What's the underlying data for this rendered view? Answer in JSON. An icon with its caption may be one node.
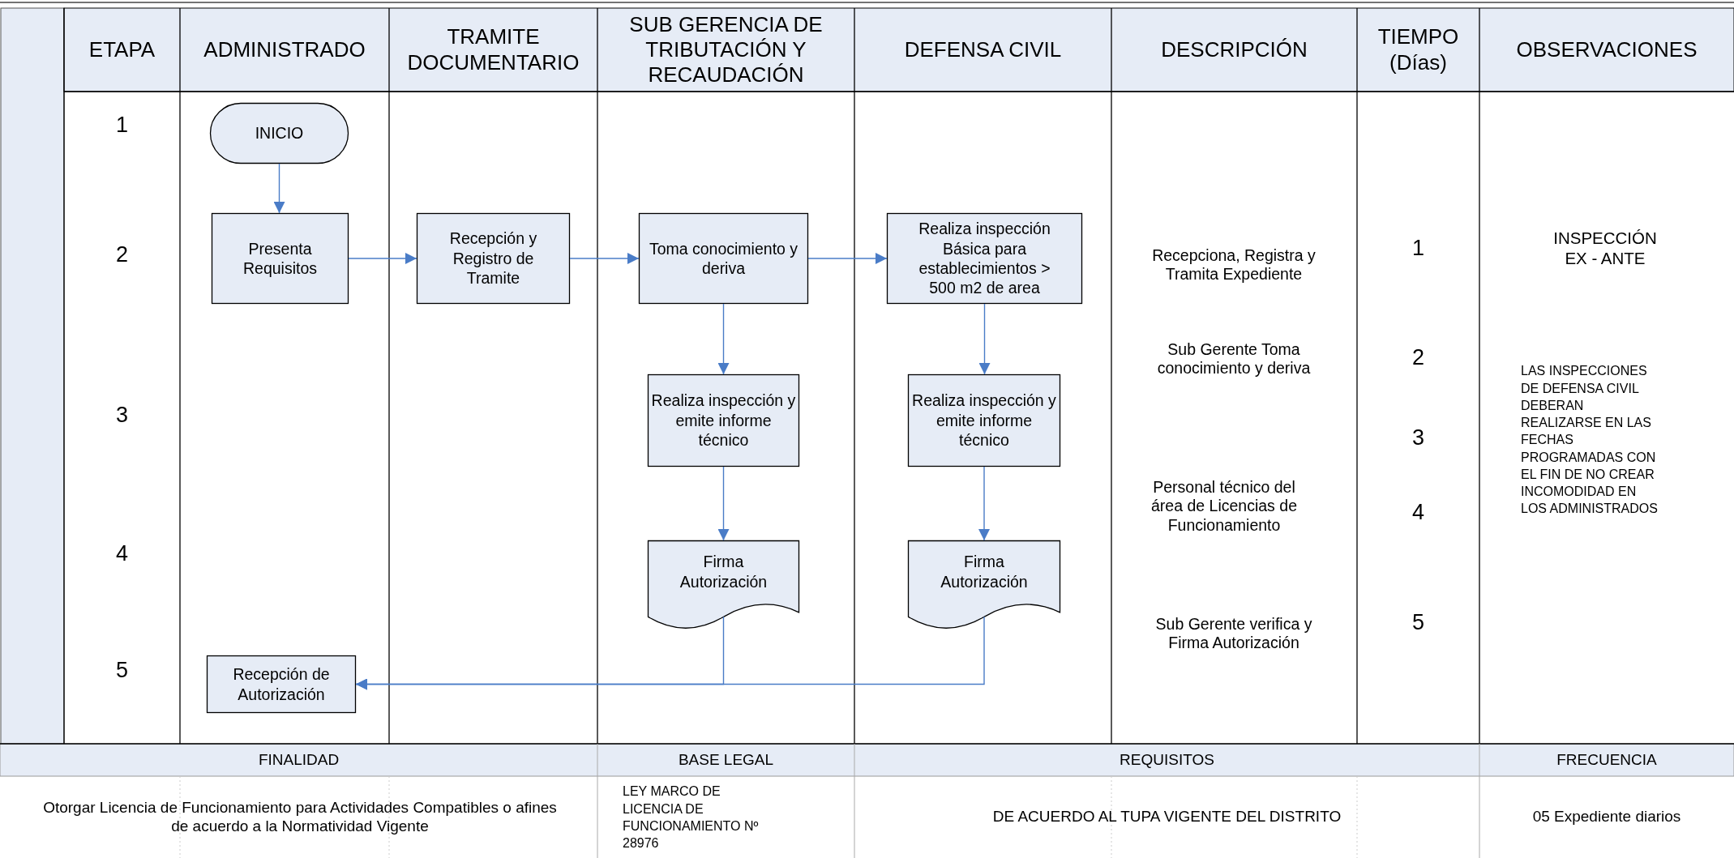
{
  "diagram": {
    "nodes": [
      {
        "text": [
          "INICIO"
        ]
      },
      {
        "text": [
          "Presenta Requisitos"
        ]
      },
      {
        "text": [
          "Recepción y Registro de Tramite"
        ]
      },
      {
        "text": [
          "Toma conocimiento y deriva"
        ]
      },
      {
        "text": [
          "Realiza inspección Básica para establecimientos > 500 m2 de area"
        ]
      },
      {
        "text": [
          "Realiza inspección y emite informe técnico"
        ]
      },
      {
        "text": [
          "Realiza inspección y emite informe técnico"
        ]
      },
      {
        "text": [
          "Firma Autorización"
        ]
      },
      {
        "text": [
          "Firma Autorización"
        ]
      },
      {
        "text": [
          "Recepción de Autorización"
        ]
      }
    ],
    "edges": [
      {
        "from": 0,
        "to": 1,
        "arrow": "to"
      },
      {
        "from": 1,
        "to": 2,
        "arrow": "to"
      },
      {
        "from": 2,
        "to": 3,
        "arrow": "to"
      },
      {
        "from": 3,
        "to": 4,
        "arrow": "to"
      },
      {
        "from": 3,
        "to": 5,
        "arrow": "to"
      },
      {
        "from": 4,
        "to": 6,
        "arrow": "to"
      },
      {
        "from": 5,
        "to": 7,
        "arrow": "to"
      },
      {
        "from": 6,
        "to": 8,
        "arrow": "to"
      },
      {
        "from": 7,
        "to": 9,
        "arrow": "to"
      },
      {
        "from": 8,
        "to": 9,
        "arrow": "to"
      }
    ],
    "labels": [
      "ETAPA",
      "ADMINISTRADO",
      "TRAMITE DOCUMENTARIO",
      "SUB GERENCIA DE TRIBUTACIÓN Y RECAUDACIÓN",
      "DEFENSA CIVIL",
      "DESCRIPCIÓN",
      "TIEMPO (Días)",
      "OBSERVACIONES",
      "1",
      "2",
      "3",
      "4",
      "5",
      "Recepciona, Registra y Tramita Expediente",
      "Sub Gerente Toma conocimiento y deriva",
      "Personal técnico del área de Licencias de Funcionamiento",
      "Sub Gerente verifica y Firma Autorización",
      "1",
      "2",
      "3",
      "4",
      "5",
      "INSPECCIÓN EX - ANTE",
      "LAS INSPECCIONES DE DEFENSA CIVIL DEBERAN REALIZARSE EN LAS FECHAS PROGRAMADAS CON EL FIN DE NO CREAR INCOMODIDAD EN LOS ADMINISTRADOS",
      "FINALIDAD",
      "BASE LEGAL",
      "REQUISITOS",
      "FRECUENCIA",
      "Otorgar Licencia de Funcionamiento para Actividades Compatibles o afines de acuerdo a la Normatividad Vigente",
      "LEY MARCO DE LICENCIA DE FUNCIONAMIENTO Nº 28976",
      "DE ACUERDO AL TUPA VIGENTE DEL DISTRITO",
      "05 Expediente diarios"
    ]
  }
}
